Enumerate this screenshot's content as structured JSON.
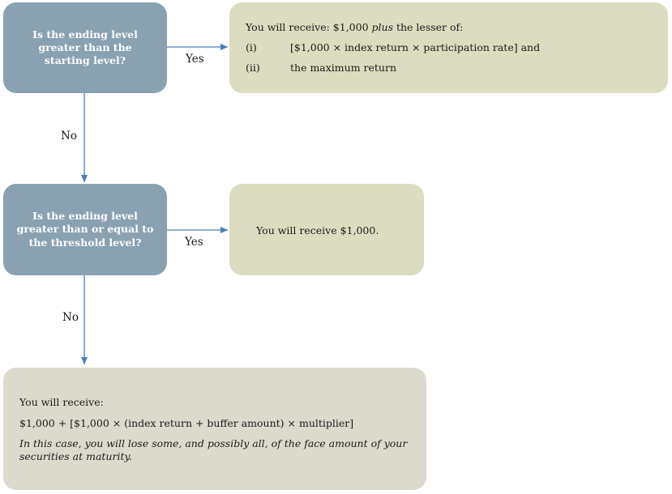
{
  "question1": "Is the ending level greater than the starting level?",
  "question2": "Is the ending level greater than or equal to the threshold level?",
  "yes_label": "Yes",
  "no_label": "No",
  "result1": {
    "lead": "You will receive: $1,000",
    "plus": "plus",
    "tail": "the lesser of:",
    "items": [
      {
        "marker": "(i)",
        "text": "[$1,000 × index return × participation rate] and"
      },
      {
        "marker": "(ii)",
        "text": "the maximum return"
      }
    ]
  },
  "result2": "You will receive $1,000.",
  "result3": {
    "line1": "You will receive:",
    "line2": "$1,000 + [$1,000 × (index return + buffer amount) × multiplier]",
    "note_line1": "In this case, you will lose some, and possibly all, of the face amount of your",
    "note_line2": "securities at maturity."
  },
  "colors": {
    "question_box": "#8aa1b1",
    "result_box": "#dcdcc0",
    "final_box": "#dcd9cd",
    "arrow": "#4a7fb5"
  }
}
